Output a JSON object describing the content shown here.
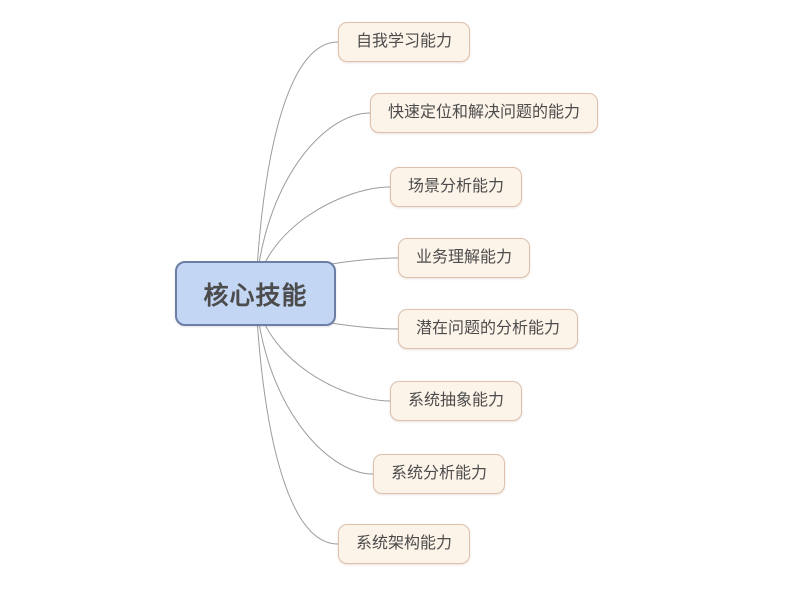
{
  "mindmap": {
    "root": {
      "label": "核心技能"
    },
    "branches": [
      {
        "label": "自我学习能力"
      },
      {
        "label": "快速定位和解决问题的能力"
      },
      {
        "label": "场景分析能力"
      },
      {
        "label": "业务理解能力"
      },
      {
        "label": "潜在问题的分析能力"
      },
      {
        "label": "系统抽象能力"
      },
      {
        "label": "系统分析能力"
      },
      {
        "label": "系统架构能力"
      }
    ],
    "colors": {
      "canvas_background": "#ffffff",
      "root_fill": "#c3d7f5",
      "root_border": "#6d7ea6",
      "branch_fill": "#fcf3e9",
      "branch_border": "#ddc1ae",
      "connector": "#9c9c9c",
      "text": "#4c4c4c"
    }
  }
}
